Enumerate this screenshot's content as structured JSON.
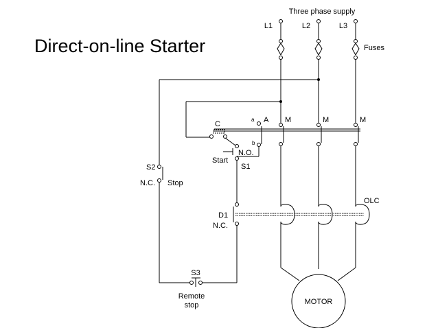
{
  "title": "Direct-on-line Starter",
  "supply": {
    "label": "Three phase supply",
    "phases": [
      "L1",
      "L2",
      "L3"
    ],
    "fuses_label": "Fuses"
  },
  "contactor": {
    "coil_label": "C",
    "aux_terminal_a": "a",
    "aux_terminal_b": "b",
    "aux_contact_label": "A",
    "main_contact_labels": [
      "M",
      "M",
      "M"
    ],
    "no_label": "N.O."
  },
  "start_button": {
    "label": "Start",
    "id_label": "S1"
  },
  "stop_button": {
    "id_label": "S2",
    "nc_label": "N.C.",
    "label": "Stop"
  },
  "overload": {
    "label": "OLC",
    "contact_label": "D1",
    "nc_label": "N.C."
  },
  "remote_stop": {
    "id_label": "S3",
    "label_line1": "Remote",
    "label_line2": "stop"
  },
  "motor": {
    "label": "MOTOR"
  }
}
